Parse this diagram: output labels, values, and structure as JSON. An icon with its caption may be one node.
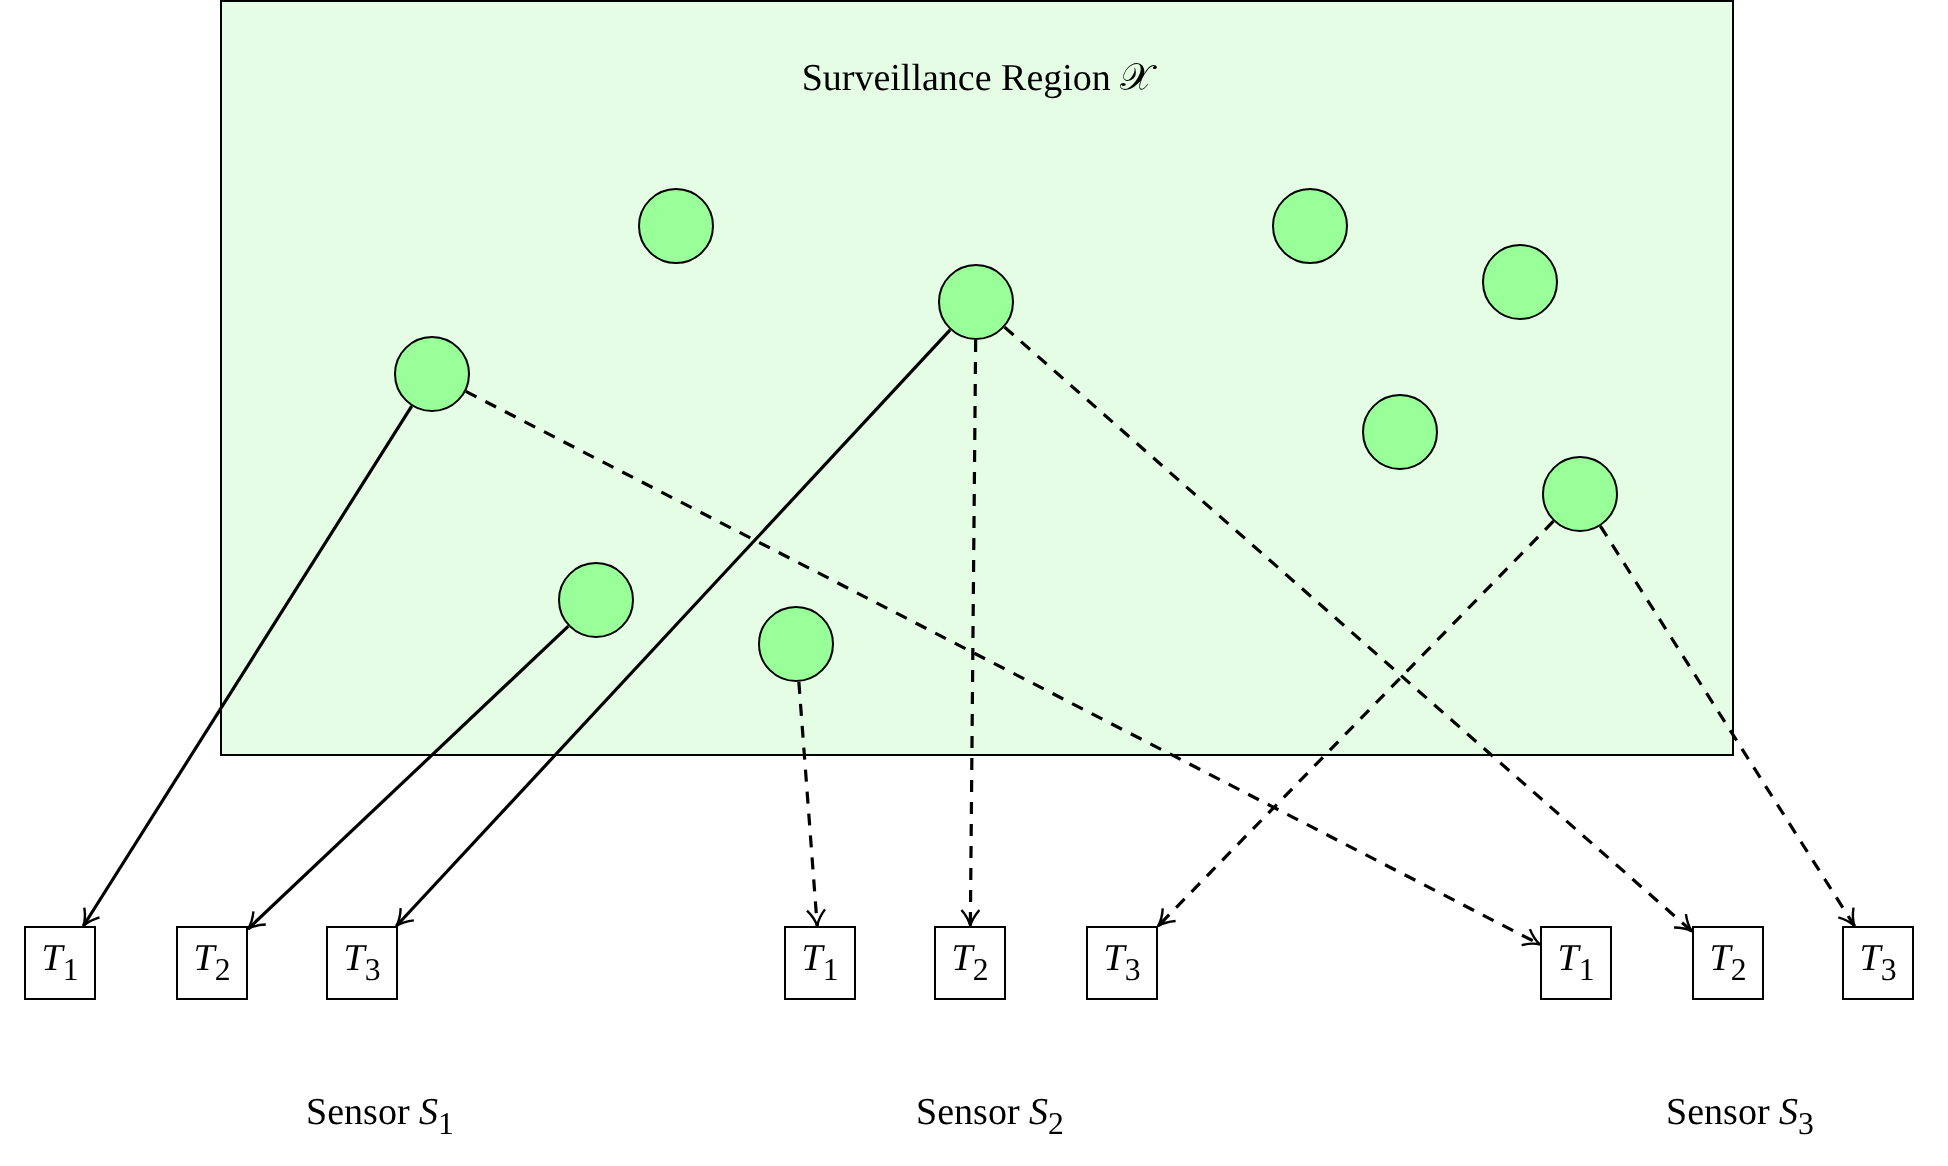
{
  "diagram": {
    "nodes": [
      {
        "text": [
          "Surveillance Region 𝒳"
        ]
      },
      {
        "text": [],
        "shape": "circle",
        "in": 0
      },
      {
        "text": [],
        "shape": "circle",
        "in": 0
      },
      {
        "text": [],
        "shape": "circle",
        "in": 0
      },
      {
        "text": [],
        "shape": "circle",
        "in": 0
      },
      {
        "text": [],
        "shape": "circle",
        "in": 0
      },
      {
        "text": [],
        "shape": "circle",
        "in": 0
      },
      {
        "text": [],
        "shape": "circle",
        "in": 0
      },
      {
        "text": [],
        "shape": "circle",
        "in": 0
      },
      {
        "text": [],
        "shape": "circle",
        "in": 0
      },
      {
        "text": [
          "*T*$_{1}$"
        ]
      },
      {
        "text": [
          "*T*$_{2}$"
        ]
      },
      {
        "text": [
          "*T*$_{3}$"
        ]
      },
      {
        "text": [
          "*T*$_{1}$"
        ]
      },
      {
        "text": [
          "*T*$_{2}$"
        ]
      },
      {
        "text": [
          "*T*$_{3}$"
        ]
      },
      {
        "text": [
          "*T*$_{1}$"
        ]
      },
      {
        "text": [
          "*T*$_{2}$"
        ]
      },
      {
        "text": [
          "*T*$_{3}$"
        ]
      }
    ],
    "edges": [
      {
        "from": 5,
        "to": 10,
        "arrow": "to"
      },
      {
        "from": 8,
        "to": 11,
        "arrow": "to"
      },
      {
        "from": 4,
        "to": 12,
        "arrow": "to"
      },
      {
        "from": 9,
        "to": 13,
        "arrow": "to",
        "style": "dashed"
      },
      {
        "from": 4,
        "to": 14,
        "arrow": "to",
        "style": "dashed"
      },
      {
        "from": 7,
        "to": 15,
        "arrow": "to",
        "style": "dashed"
      },
      {
        "from": 5,
        "to": 16,
        "arrow": "to",
        "style": "dashed"
      },
      {
        "from": 4,
        "to": 17,
        "arrow": "to",
        "style": "dashed"
      },
      {
        "from": 7,
        "to": 18,
        "arrow": "to",
        "style": "dashed"
      }
    ],
    "labels": [
      "Sensor *S*$_{1}$",
      "Sensor *S*$_{2}$",
      "Sensor *S*$_{3}$"
    ]
  }
}
